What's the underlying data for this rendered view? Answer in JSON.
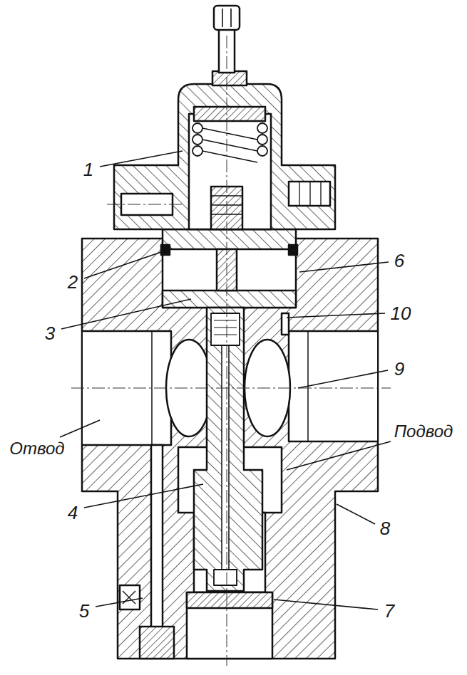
{
  "diagram": {
    "labels": [
      "1",
      "6",
      "2",
      "10",
      "3",
      "9",
      "Отвод",
      "Подвод",
      "4",
      "8",
      "5",
      "7"
    ]
  }
}
